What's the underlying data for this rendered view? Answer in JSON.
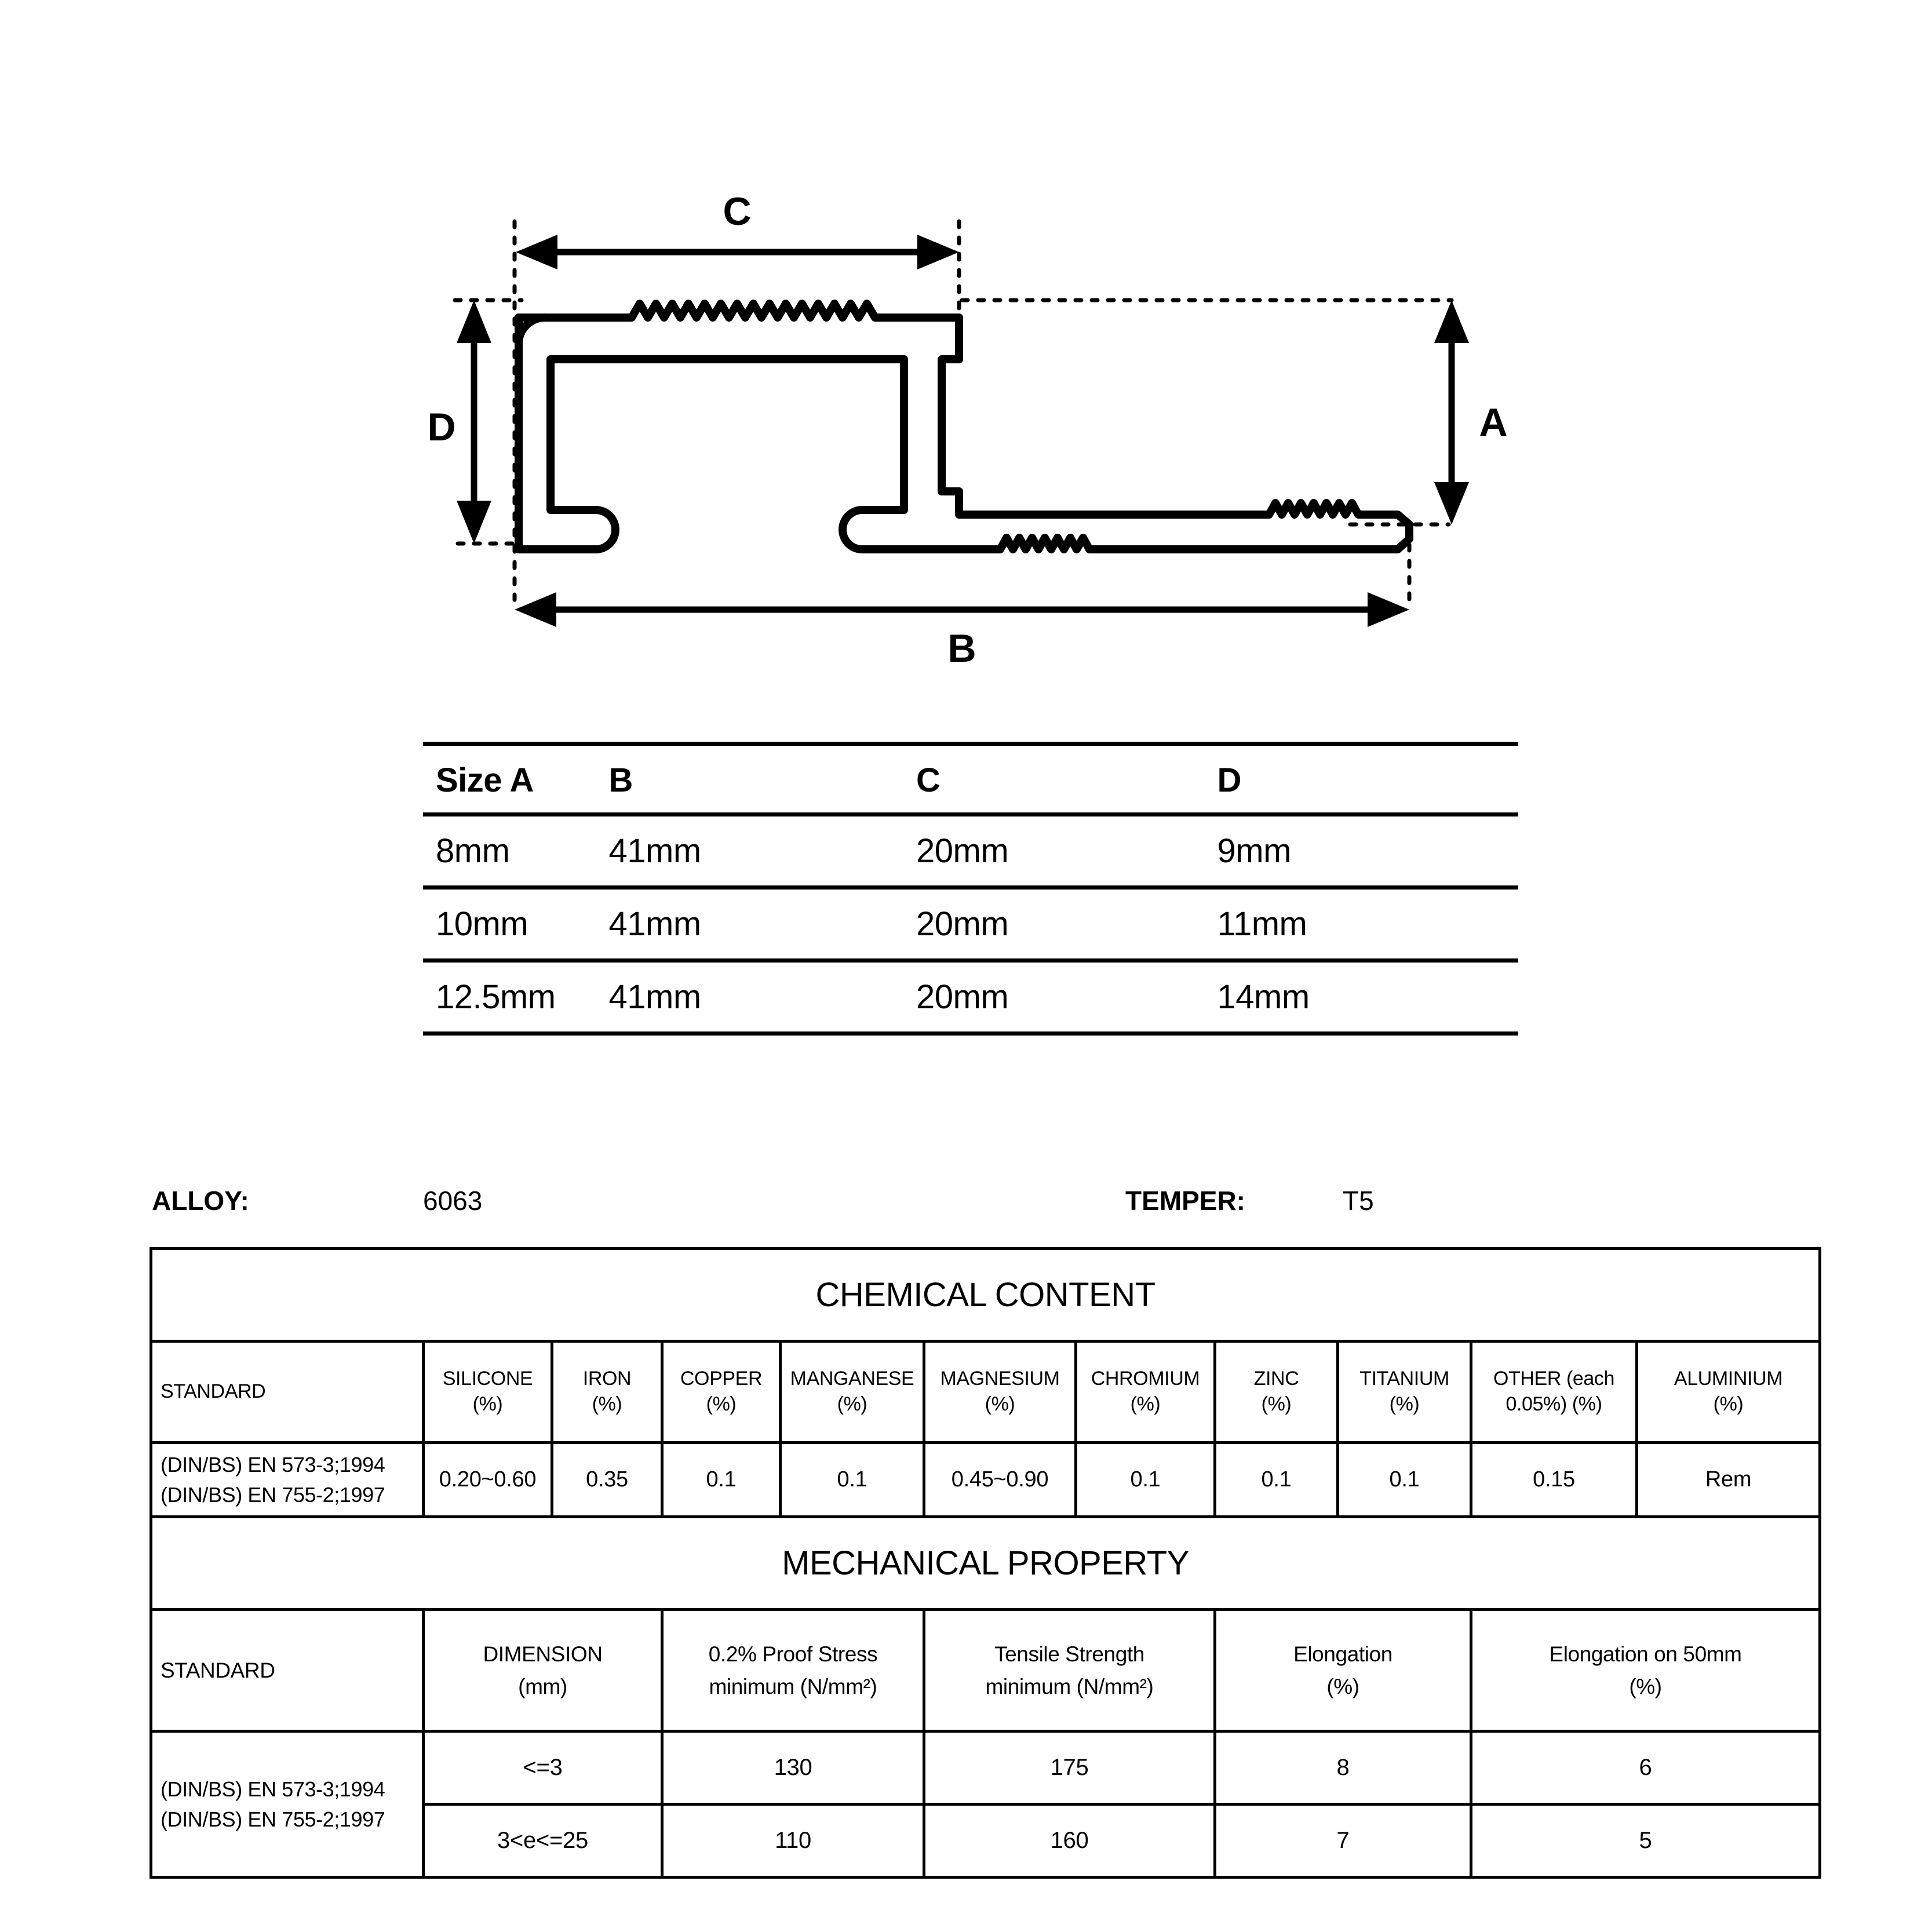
{
  "drawing": {
    "labels": {
      "a": "A",
      "b": "B",
      "c": "C",
      "d": "D"
    }
  },
  "size_table": {
    "headers": [
      "Size A",
      "B",
      "C",
      "D"
    ],
    "rows": [
      [
        "8mm",
        "41mm",
        "20mm",
        "9mm"
      ],
      [
        "10mm",
        "41mm",
        "20mm",
        "11mm"
      ],
      [
        "12.5mm",
        "41mm",
        "20mm",
        "14mm"
      ]
    ]
  },
  "meta": {
    "alloy_label": "ALLOY:",
    "alloy_value": "6063",
    "temper_label": "TEMPER:",
    "temper_value": "T5"
  },
  "chemical": {
    "title": "CHEMICAL CONTENT",
    "headers": [
      {
        "name": "STANDARD",
        "unit": ""
      },
      {
        "name": "SILICONE",
        "unit": "(%)"
      },
      {
        "name": "IRON",
        "unit": "(%)"
      },
      {
        "name": "COPPER",
        "unit": "(%)"
      },
      {
        "name": "MANGANESE",
        "unit": "(%)"
      },
      {
        "name": "MAGNESIUM",
        "unit": "(%)"
      },
      {
        "name": "CHROMIUM",
        "unit": "(%)"
      },
      {
        "name": "ZINC",
        "unit": "(%)"
      },
      {
        "name": "TITANIUM",
        "unit": "(%)"
      },
      {
        "name": "OTHER (each",
        "unit": "0.05%) (%)"
      },
      {
        "name": "ALUMINIUM",
        "unit": "(%)"
      }
    ],
    "standard_line1": "(DIN/BS) EN 573-3;1994",
    "standard_line2": "(DIN/BS) EN 755-2;1997",
    "values": [
      "0.20~0.60",
      "0.35",
      "0.1",
      "0.1",
      "0.45~0.90",
      "0.1",
      "0.1",
      "0.1",
      "0.15",
      "Rem"
    ]
  },
  "mechanical": {
    "title": "MECHANICAL PROPERTY",
    "headers": [
      {
        "name": "STANDARD",
        "unit": ""
      },
      {
        "name": "DIMENSION",
        "unit": "(mm)"
      },
      {
        "name": "0.2% Proof Stress",
        "unit": "minimum (N/mm²)"
      },
      {
        "name": "Tensile Strength",
        "unit": "minimum (N/mm²)"
      },
      {
        "name": "Elongation",
        "unit": "(%)"
      },
      {
        "name": "Elongation on 50mm",
        "unit": "(%)"
      }
    ],
    "standard_line1": "(DIN/BS) EN 573-3;1994",
    "standard_line2": "(DIN/BS) EN 755-2;1997",
    "rows": [
      [
        "<=3",
        "130",
        "175",
        "8",
        "6"
      ],
      [
        "3<e<=25",
        "110",
        "160",
        "7",
        "5"
      ]
    ]
  },
  "colors": {
    "ink": "#000000",
    "paper": "#ffffff"
  }
}
